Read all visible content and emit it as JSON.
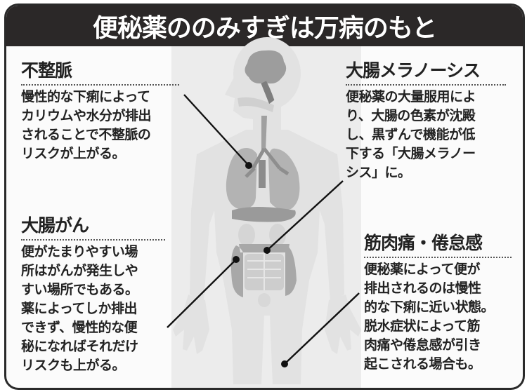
{
  "title": "便秘薬ののみすぎは万病のもと",
  "colors": {
    "title_bg": "#2b2828",
    "title_text": "#ffffff",
    "frame_border": "#2a2a2a",
    "body_silhouette": "#e0e0e0",
    "organ": "#b4b4b4",
    "organ_dark": "#8a8a8a",
    "leader_line": "#111111"
  },
  "illustration": {
    "subject": "human-body-silhouette",
    "organs": [
      "brain",
      "spinal-cord",
      "trachea",
      "lungs",
      "liver",
      "stomach",
      "large-intestine",
      "small-intestine",
      "bladder"
    ]
  },
  "callouts": [
    {
      "id": "arrhythmia",
      "heading": "不整脈",
      "body": "慢性的な下痢によって\nカリウムや水分が排出\nされることで不整脈の\nリスクが上がる。",
      "points_to": "chest"
    },
    {
      "id": "melanosis-coli",
      "heading": "大腸メラノーシス",
      "body": "便秘薬の大量服用によ\nり、大腸の色素が沈殿\nし、黒ずんで機能が低\n下する「大腸メラノー\nシス」に。",
      "points_to": "large-intestine"
    },
    {
      "id": "colon-cancer",
      "heading": "大腸がん",
      "body": "便がたまりやすい場\n所はがんが発生しや\nすい場所でもある。\n薬によってしか排出\nできず、慢性的な便\n秘になればそれだけ\nリスクも上がる。",
      "points_to": "ascending-colon"
    },
    {
      "id": "muscle-pain-fatigue",
      "heading": "筋肉痛・倦怠感",
      "body": "便秘薬によって便が\n排出されるのは慢性\n的な下痢に近い状態。\n脱水症状によって筋\n肉痛や倦怠感が引き\n起こされる場合も。",
      "points_to": "thigh"
    }
  ]
}
